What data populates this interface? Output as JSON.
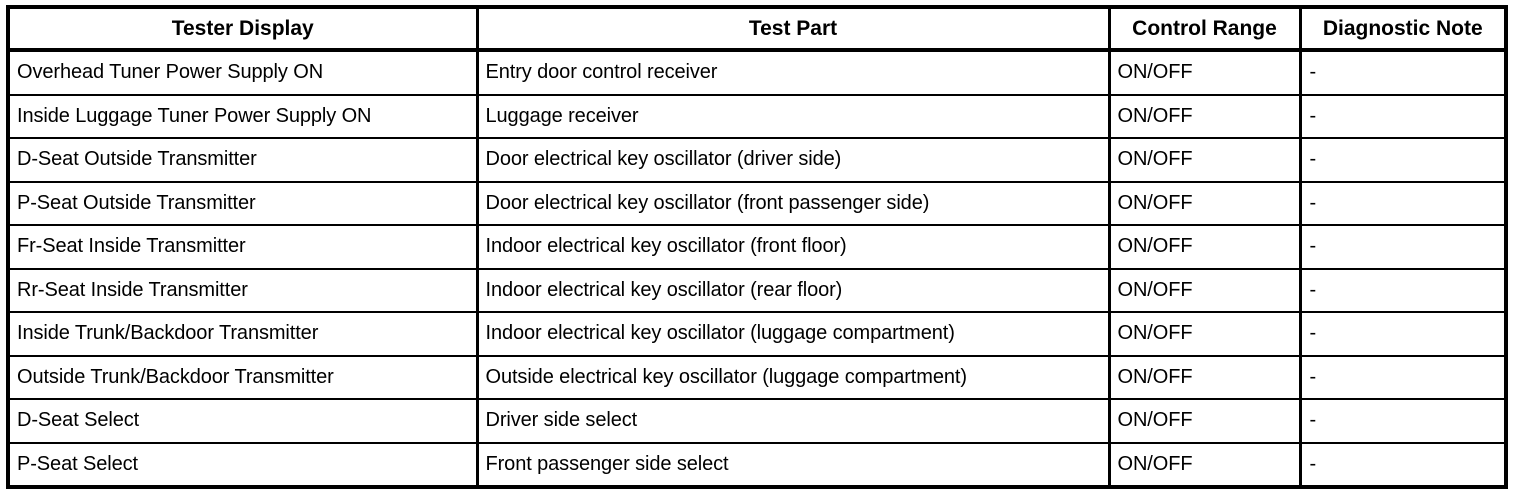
{
  "table": {
    "headers": [
      {
        "label": "Tester Display",
        "key": "tester_display"
      },
      {
        "label": "Test Part",
        "key": "test_part"
      },
      {
        "label": "Control Range",
        "key": "control_range"
      },
      {
        "label": "Diagnostic Note",
        "key": "diagnostic_note"
      }
    ],
    "rows": [
      {
        "tester_display": "Overhead Tuner Power Supply ON",
        "test_part": "Entry door control receiver",
        "control_range": "ON/OFF",
        "diagnostic_note": "-"
      },
      {
        "tester_display": "Inside Luggage Tuner Power Supply ON",
        "test_part": "Luggage receiver",
        "control_range": "ON/OFF",
        "diagnostic_note": "-"
      },
      {
        "tester_display": "D-Seat Outside Transmitter",
        "test_part": "Door electrical key oscillator (driver side)",
        "control_range": "ON/OFF",
        "diagnostic_note": "-"
      },
      {
        "tester_display": "P-Seat Outside Transmitter",
        "test_part": "Door electrical key oscillator (front passenger side)",
        "control_range": "ON/OFF",
        "diagnostic_note": "-"
      },
      {
        "tester_display": "Fr-Seat Inside Transmitter",
        "test_part": "Indoor electrical key oscillator (front floor)",
        "control_range": "ON/OFF",
        "diagnostic_note": "-"
      },
      {
        "tester_display": "Rr-Seat Inside Transmitter",
        "test_part": "Indoor electrical key oscillator (rear floor)",
        "control_range": "ON/OFF",
        "diagnostic_note": "-"
      },
      {
        "tester_display": "Inside Trunk/Backdoor Transmitter",
        "test_part": "Indoor electrical key oscillator (luggage compartment)",
        "control_range": "ON/OFF",
        "diagnostic_note": "-"
      },
      {
        "tester_display": "Outside Trunk/Backdoor Transmitter",
        "test_part": "Outside electrical key oscillator (luggage compartment)",
        "control_range": "ON/OFF",
        "diagnostic_note": "-"
      },
      {
        "tester_display": "D-Seat Select",
        "test_part": "Driver side select",
        "control_range": "ON/OFF",
        "diagnostic_note": "-"
      },
      {
        "tester_display": "P-Seat Select",
        "test_part": "Front passenger side select",
        "control_range": "ON/OFF",
        "diagnostic_note": "-"
      }
    ]
  },
  "colors": {
    "border": "#000000",
    "text": "#000000",
    "background": "#ffffff"
  }
}
